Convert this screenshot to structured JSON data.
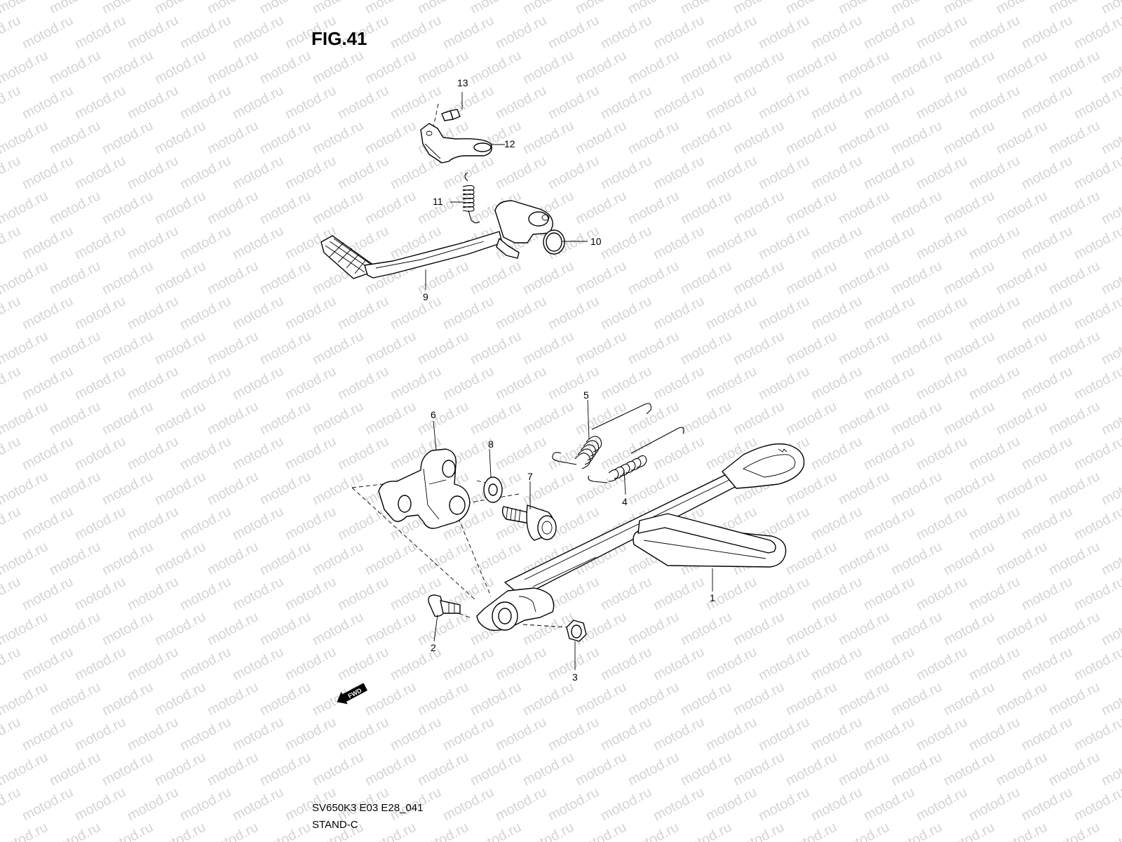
{
  "figure": {
    "title": "FIG.41",
    "code": "SV650K3 E03 E28_041",
    "name": "STAND-C"
  },
  "watermark": {
    "text": "motod.ru",
    "color": "#d4d4d4"
  },
  "fwd_badge": {
    "label": "FWD"
  },
  "callouts": [
    {
      "number": "1",
      "part": "stand"
    },
    {
      "number": "2",
      "part": "stand-bolt"
    },
    {
      "number": "3",
      "part": "nut"
    },
    {
      "number": "4",
      "part": "inner-spring"
    },
    {
      "number": "5",
      "part": "outer-spring"
    },
    {
      "number": "6",
      "part": "stand-bracket"
    },
    {
      "number": "7",
      "part": "bracket-bolt"
    },
    {
      "number": "8",
      "part": "washer"
    },
    {
      "number": "9",
      "part": "brake-pedal"
    },
    {
      "number": "10",
      "part": "pedal-washer"
    },
    {
      "number": "11",
      "part": "pedal-return-spring"
    },
    {
      "number": "12",
      "part": "spring-hook-plate"
    },
    {
      "number": "13",
      "part": "plate-bolt"
    }
  ]
}
